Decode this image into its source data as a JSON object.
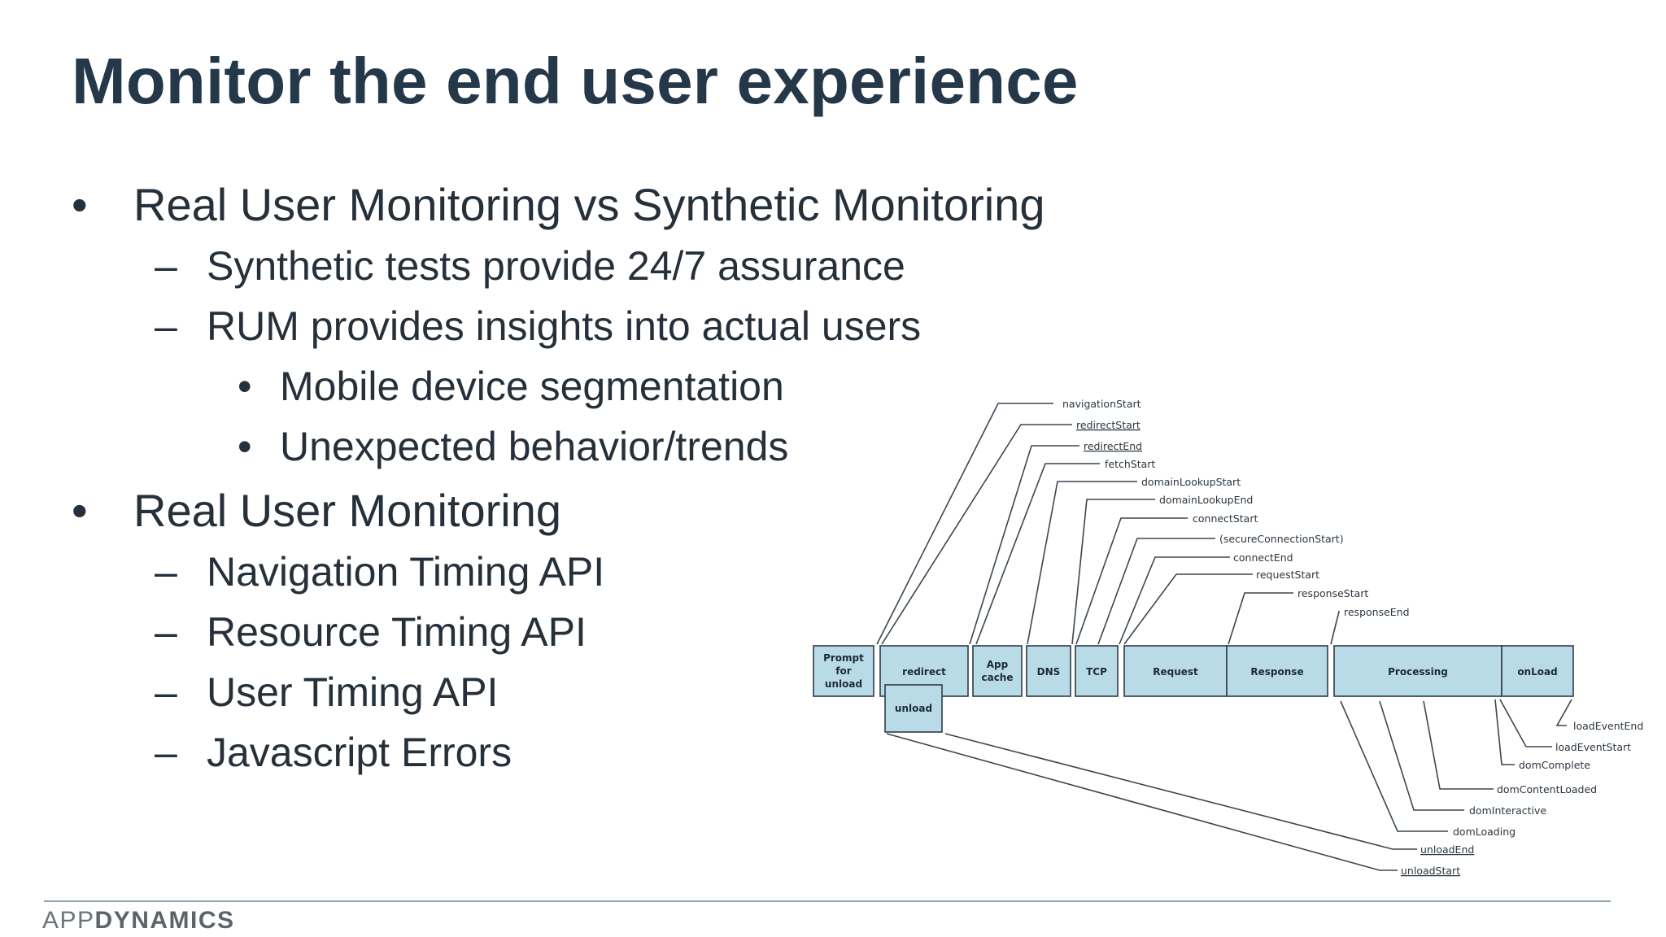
{
  "title": "Monitor the end user experience",
  "bullets": {
    "rum_vs_synthetic": "Real User Monitoring vs Synthetic Monitoring",
    "synthetic_tests": "Synthetic tests provide 24/7 assurance",
    "rum_insights": "RUM provides insights into actual users",
    "mobile_segmentation": "Mobile device segmentation",
    "unexpected_behavior": "Unexpected behavior/trends",
    "rum": "Real User Monitoring",
    "navigation_timing": "Navigation Timing API",
    "resource_timing": "Resource Timing API",
    "user_timing": "User Timing API",
    "javascript_errors": "Javascript Errors"
  },
  "markers": {
    "bullet": "•",
    "dash": "–"
  },
  "diagram": {
    "boxes": {
      "prompt_line1": "Prompt",
      "prompt_line2": "for",
      "prompt_line3": "unload",
      "redirect": "redirect",
      "unload": "unload",
      "app_cache_line1": "App",
      "app_cache_line2": "cache",
      "dns": "DNS",
      "tcp": "TCP",
      "request": "Request",
      "response": "Response",
      "processing": "Processing",
      "onload": "onLoad"
    },
    "events_top": {
      "navigationStart": "navigationStart",
      "redirectStart": "redirectStart",
      "redirectEnd": "redirectEnd",
      "fetchStart": "fetchStart",
      "domainLookupStart": "domainLookupStart",
      "domainLookupEnd": "domainLookupEnd",
      "connectStart": "connectStart",
      "secureConnectionStart": "(secureConnectionStart)",
      "connectEnd": "connectEnd",
      "requestStart": "requestStart",
      "responseStart": "responseStart",
      "responseEnd": "responseEnd"
    },
    "events_bottom": {
      "loadEventEnd": "loadEventEnd",
      "loadEventStart": "loadEventStart",
      "domComplete": "domComplete",
      "domContentLoaded": "domContentLoaded",
      "domInteractive": "domInteractive",
      "domLoading": "domLoading",
      "unloadEnd": "unloadEnd",
      "unloadStart": "unloadStart"
    },
    "colors": {
      "box_fill": "#b9dbe8",
      "box_stroke": "#2f3b46",
      "line": "#3a4650"
    }
  },
  "footer": {
    "logo_light": "APP",
    "logo_bold": "DYNAMICS"
  },
  "colors": {
    "title": "#25384a",
    "text": "#25303b",
    "rule": "#8ea3b3"
  }
}
